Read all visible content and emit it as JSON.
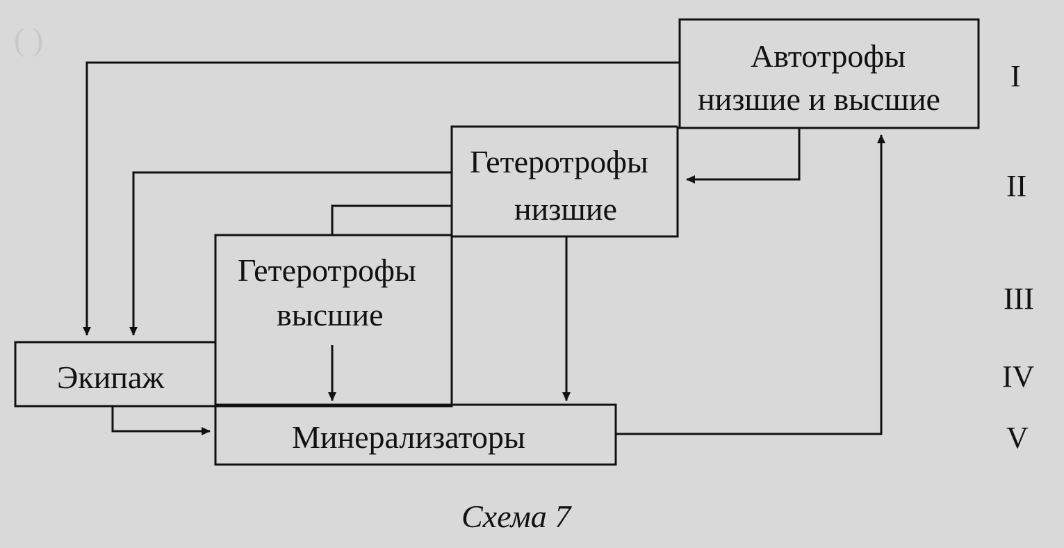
{
  "boxes": {
    "autotrophs": {
      "line1": "Автотрофы",
      "line2": "низшие и высшие"
    },
    "hetero_lower": {
      "line1": "Гетеротрофы",
      "line2": "низшие"
    },
    "hetero_higher": {
      "line1": "Гетеротрофы",
      "line2": "высшие"
    },
    "crew": {
      "label": "Экипаж"
    },
    "mineralizers": {
      "label": "Минерализаторы"
    }
  },
  "levels": [
    "I",
    "II",
    "III",
    "IV",
    "V"
  ],
  "caption": "Схема 7"
}
